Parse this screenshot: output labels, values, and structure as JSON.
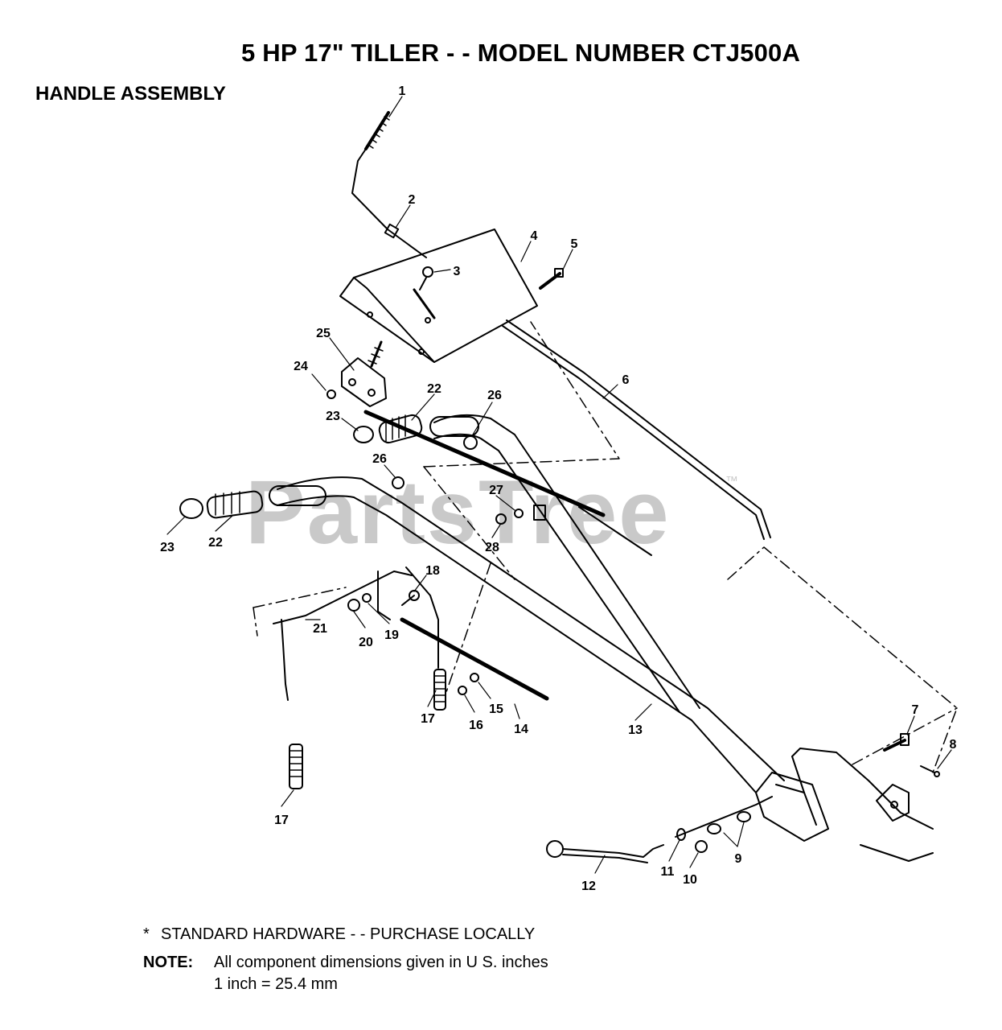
{
  "page_title": "5 HP 17\" TILLER - - MODEL NUMBER CTJ500A",
  "section_title": "HANDLE ASSEMBLY",
  "watermark": {
    "text": "PartsTree",
    "mark": "™"
  },
  "callouts": [
    {
      "id": "c1",
      "label": "1"
    },
    {
      "id": "c2",
      "label": "2"
    },
    {
      "id": "c3",
      "label": "3"
    },
    {
      "id": "c4",
      "label": "4"
    },
    {
      "id": "c5",
      "label": "5"
    },
    {
      "id": "c6",
      "label": "6"
    },
    {
      "id": "c7",
      "label": "7"
    },
    {
      "id": "c8",
      "label": "8"
    },
    {
      "id": "c9",
      "label": "9"
    },
    {
      "id": "c10",
      "label": "10"
    },
    {
      "id": "c11",
      "label": "11"
    },
    {
      "id": "c12",
      "label": "12"
    },
    {
      "id": "c13",
      "label": "13"
    },
    {
      "id": "c14",
      "label": "14"
    },
    {
      "id": "c15",
      "label": "15"
    },
    {
      "id": "c16",
      "label": "16"
    },
    {
      "id": "c17a",
      "label": "17"
    },
    {
      "id": "c17b",
      "label": "17"
    },
    {
      "id": "c18",
      "label": "18"
    },
    {
      "id": "c19",
      "label": "19"
    },
    {
      "id": "c20",
      "label": "20"
    },
    {
      "id": "c21",
      "label": "21"
    },
    {
      "id": "c22a",
      "label": "22"
    },
    {
      "id": "c22b",
      "label": "22"
    },
    {
      "id": "c23a",
      "label": "23"
    },
    {
      "id": "c23b",
      "label": "23"
    },
    {
      "id": "c24",
      "label": "24"
    },
    {
      "id": "c25",
      "label": "25"
    },
    {
      "id": "c26a",
      "label": "26"
    },
    {
      "id": "c26b",
      "label": "26"
    },
    {
      "id": "c27",
      "label": "27"
    },
    {
      "id": "c28",
      "label": "28"
    }
  ],
  "notes": {
    "star": "*",
    "standard_hardware": "STANDARD HARDWARE - - PURCHASE LOCALLY",
    "note_label": "NOTE:",
    "note_line1": "All component dimensions given in U S. inches",
    "note_line2": "1 inch = 25.4 mm"
  }
}
